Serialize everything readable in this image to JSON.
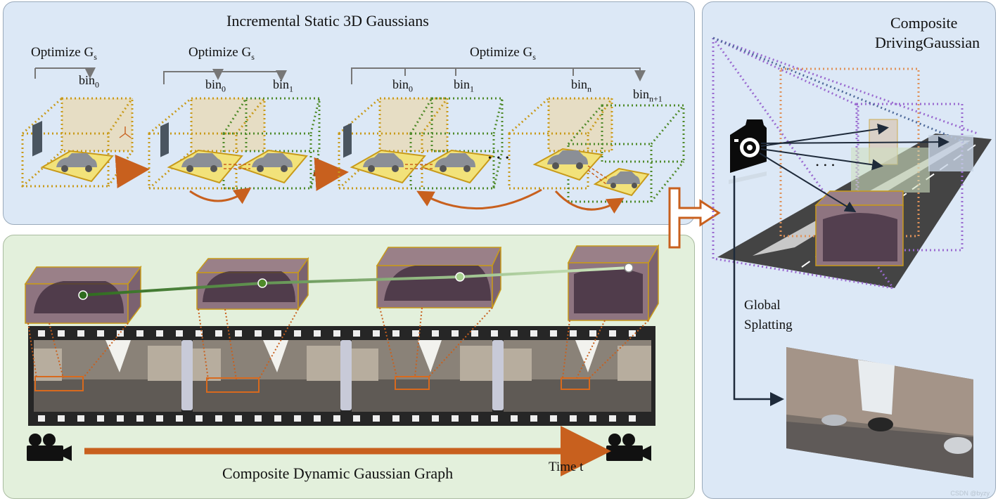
{
  "static_panel": {
    "title": "Incremental Static 3D Gaussians",
    "optimize": [
      {
        "label": "Optimize G",
        "sub": "s"
      },
      {
        "label": "Optimize G",
        "sub": "s"
      },
      {
        "label": "Optimize G",
        "sub": "s"
      }
    ],
    "bins": [
      {
        "label": "bin",
        "sub": "0"
      },
      {
        "label": "bin",
        "sub": "0"
      },
      {
        "label": "bin",
        "sub": "1"
      },
      {
        "label": "bin",
        "sub": "0"
      },
      {
        "label": "bin",
        "sub": "1"
      },
      {
        "label": "bin",
        "sub": "n"
      },
      {
        "label": "bin",
        "sub": "n+1"
      }
    ],
    "ellipsis": "• • •"
  },
  "dynamic_panel": {
    "title": "Composite Dynamic Gaussian Graph",
    "time_label": "Time t"
  },
  "composite_panel": {
    "title_line1": "Composite",
    "title_line2": "DrivingGaussian",
    "splat_line1": "Global",
    "splat_line2": "Splatting",
    "ellipsis": "• • •"
  },
  "watermark": "CSDN @byzy",
  "colors": {
    "orange": "#c8601e",
    "gold": "#c89a1a",
    "green": "#4f8a2a",
    "purple": "#9a6ad0",
    "dark": "#1e2a3a"
  }
}
